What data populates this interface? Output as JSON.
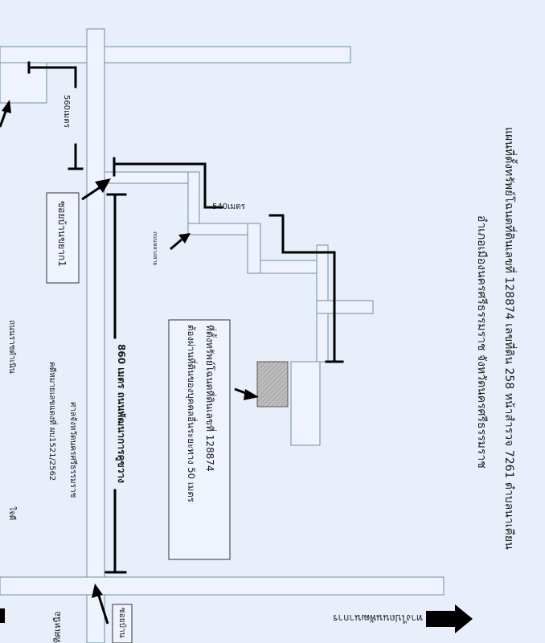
{
  "title": {
    "line1": "แผนที่ตั้งทรัพย์โฉนดที่ดินเลขที่ 128874 เลขที่ดิน 258 หน้าสำรวจ 7261 ตำบลนาเคียน",
    "line2": "อำเภอเมืองนครศรีธรรมราช จังหวัดนครศรีธรรมราช"
  },
  "property_box": {
    "line1": "ที่ตั้งทรัพย์โฉนดที่ดินเลขที่ 128874",
    "line2": "ต้องผ่านที่ดินของบุคคลอื่นระยะทาง 50 เมตร"
  },
  "labels": {
    "dist_860": "860 เมตร ถนนพัฒนาการคูขวาง",
    "dist_540": "540เมตร",
    "dist_560": "560เมตร",
    "soi_box": "ซอยบ้านขยาก1",
    "soi_bottom": "ซอยบ้าน",
    "road_side": "ถนนราชดำเนิน",
    "small_label": "ถนนหลวงสาย",
    "court1": "ศาลจังหวัดนครศรีธรรมราช",
    "court2": "คดีหมายเลขแดงที่ ผบ1521/2562",
    "signer": "ใจดี",
    "north_label": "ทิศเหนือ",
    "legend": "ทางไปถนนพัฒนาการ"
  },
  "colors": {
    "background": "#e9eefb",
    "road_fill": "#eef3fd",
    "road_stroke": "#6f8f9a",
    "line": "#000000",
    "parcel_fill": "#c8c8c8"
  }
}
